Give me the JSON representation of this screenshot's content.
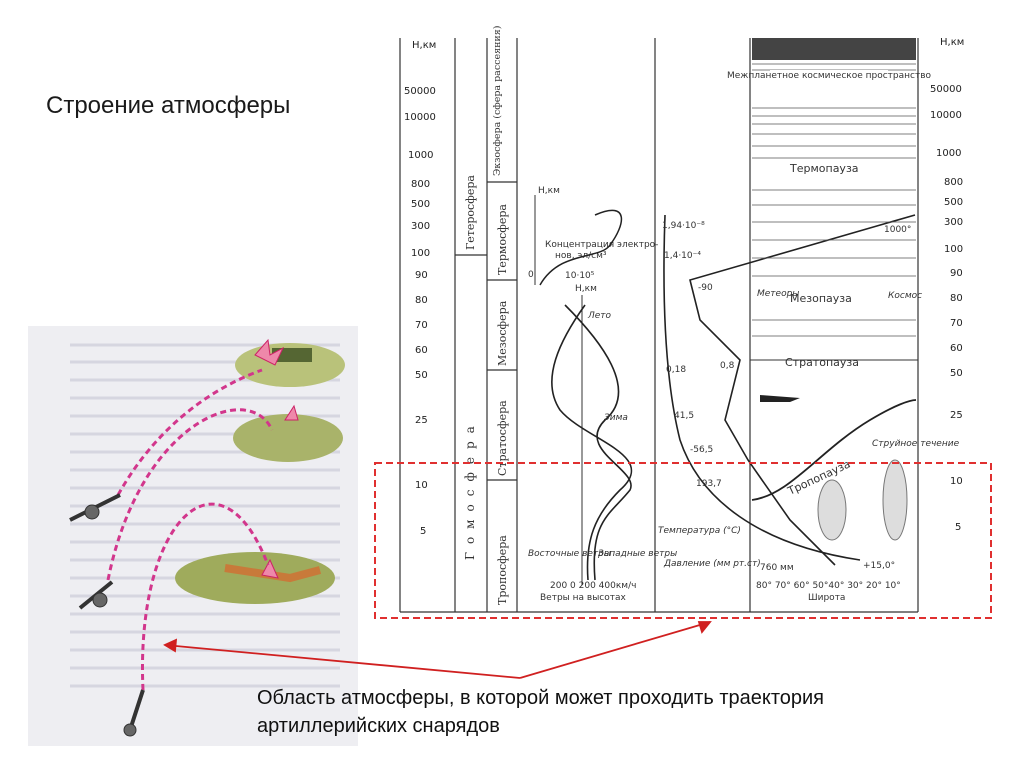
{
  "slide": {
    "title": "Строение атмосферы",
    "caption_line1": "Область атмосферы, в которой может проходить траектория",
    "caption_line2": "артиллерийских снарядов"
  },
  "scale": {
    "header": "Н,км",
    "labels": [
      "50000",
      "10000",
      "1000",
      "800",
      "500",
      "300",
      "100",
      "90",
      "80",
      "70",
      "60",
      "50",
      "25",
      "10",
      "5"
    ]
  },
  "layers": {
    "outer": [
      "Гетеросфера",
      "Гомосфера"
    ],
    "inner": [
      "Экзосфера (сфера рассеяния)",
      "Термосфера",
      "Мезосфера",
      "Стратосфера",
      "Тропосфера"
    ]
  },
  "winds": {
    "ion_label1": "Концентрация электро-",
    "ion_label2": "нов, эл/см³",
    "ion_axis_top": "Н,км",
    "ion_axis_scale": "10·10⁵",
    "ion_axis_zero": "0",
    "wind_axis_top": "Н,км",
    "summer": "Лето",
    "winter": "Зима",
    "east": "Восточные ветры",
    "west": "Западные ветры",
    "ticks": "200  0  200 400км/ч",
    "footer": "Ветры на высотах"
  },
  "temperature": {
    "values": [
      "1,94·10⁻⁸",
      "1,4·10⁻⁴",
      "-90",
      "0,18",
      "0,8",
      "41,5",
      "-56,5",
      "193,7"
    ],
    "temp_label": "Температура (°С)",
    "pressure_label": "Давление (мм рт.ст)"
  },
  "sky": {
    "space": "Межпланетное космическое пространство",
    "thermopause": "Термопауза",
    "mesopause": "Мезопауза",
    "stratopause": "Стратопауза",
    "tropopause": "Тропопауза",
    "jet": "Струйное течение",
    "temp1000": "1000°",
    "meteor": "Метеоры",
    "cosmic": "Космос",
    "pressure760": "760 мм",
    "temp15": "+15,0°",
    "lat_ticks": "80° 70° 60° 50°40° 30° 20° 10°",
    "lat_label": "Широта"
  },
  "colors": {
    "dashed_box": "#e03030",
    "arrow": "#d02020",
    "trajectory": "#d2368c"
  }
}
